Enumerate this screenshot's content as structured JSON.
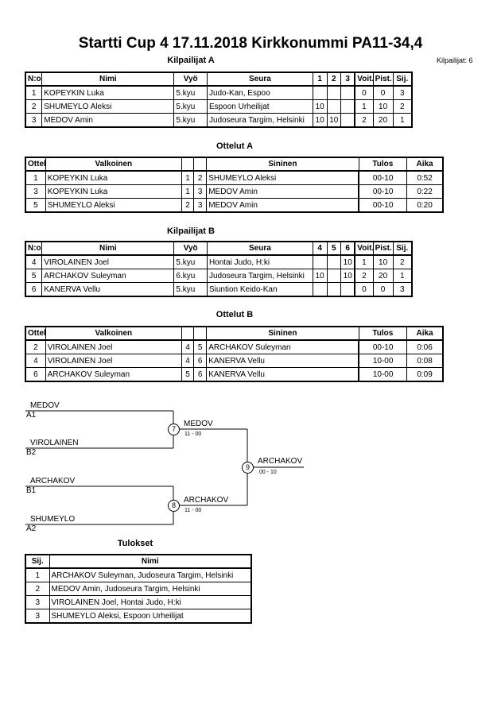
{
  "header": {
    "title": "Startti Cup 4  17.11.2018  Kirkkonummi   PA11-34,4",
    "competitors_count": "Kilpailijat: 6"
  },
  "pool_a": {
    "title": "Kilpailijat A",
    "columns": [
      "N:o",
      "Nimi",
      "Vyö",
      "Seura",
      "1",
      "2",
      "3",
      "Voit.",
      "Pist.",
      "Sij."
    ],
    "rows": [
      [
        "1",
        "KOPEYKIN Luka",
        "5.kyu",
        "Judo-Kan, Espoo",
        "",
        "",
        "",
        "0",
        "0",
        "3"
      ],
      [
        "2",
        "SHUMEYLO Aleksi",
        "5.kyu",
        "Espoon Urheilijat",
        "10",
        "",
        "",
        "1",
        "10",
        "2"
      ],
      [
        "3",
        "MEDOV Amin",
        "5.kyu",
        "Judoseura Targim, Helsinki",
        "10",
        "10",
        "",
        "2",
        "20",
        "1"
      ]
    ]
  },
  "matches_a": {
    "title": "Ottelut A",
    "columns": [
      "Ottelu",
      "Valkoinen",
      "",
      "",
      "Sininen",
      "Tulos",
      "Aika"
    ],
    "rows": [
      [
        "1",
        "KOPEYKIN Luka",
        "1",
        "2",
        "SHUMEYLO Aleksi",
        "00-10",
        "0:52"
      ],
      [
        "3",
        "KOPEYKIN Luka",
        "1",
        "3",
        "MEDOV Amin",
        "00-10",
        "0:22"
      ],
      [
        "5",
        "SHUMEYLO Aleksi",
        "2",
        "3",
        "MEDOV Amin",
        "00-10",
        "0:20"
      ]
    ]
  },
  "pool_b": {
    "title": "Kilpailijat B",
    "columns": [
      "N:o",
      "Nimi",
      "Vyö",
      "Seura",
      "4",
      "5",
      "6",
      "Voit.",
      "Pist.",
      "Sij."
    ],
    "rows": [
      [
        "4",
        "VIROLAINEN Joel",
        "5.kyu",
        "Hontai Judo, H:ki",
        "",
        "",
        "10",
        "1",
        "10",
        "2"
      ],
      [
        "5",
        "ARCHAKOV Suleyman",
        "6.kyu",
        "Judoseura Targim, Helsinki",
        "10",
        "",
        "10",
        "2",
        "20",
        "1"
      ],
      [
        "6",
        "KANERVA Vellu",
        "5.kyu",
        "Siuntion Keido-Kan",
        "",
        "",
        "",
        "0",
        "0",
        "3"
      ]
    ]
  },
  "matches_b": {
    "title": "Ottelut B",
    "columns": [
      "Ottelu",
      "Valkoinen",
      "",
      "",
      "Sininen",
      "Tulos",
      "Aika"
    ],
    "rows": [
      [
        "2",
        "VIROLAINEN Joel",
        "4",
        "5",
        "ARCHAKOV Suleyman",
        "00-10",
        "0:06"
      ],
      [
        "4",
        "VIROLAINEN Joel",
        "4",
        "6",
        "KANERVA Vellu",
        "10-00",
        "0:08"
      ],
      [
        "6",
        "ARCHAKOV Suleyman",
        "5",
        "6",
        "KANERVA Vellu",
        "10-00",
        "0:09"
      ]
    ]
  },
  "bracket": {
    "e1": {
      "name": "MEDOV",
      "seed": "A1"
    },
    "e2": {
      "name": "VIROLAINEN",
      "seed": "B2"
    },
    "e3": {
      "name": "ARCHAKOV",
      "seed": "B1"
    },
    "e4": {
      "name": "SHUMEYLO",
      "seed": "A2"
    },
    "m7": {
      "num": "7",
      "winner": "MEDOV",
      "score": "11 - 00"
    },
    "m8": {
      "num": "8",
      "winner": "ARCHAKOV",
      "score": "11 - 00"
    },
    "m9": {
      "num": "9",
      "winner": "ARCHAKOV",
      "score": "00 - 10"
    }
  },
  "results": {
    "title": "Tulokset",
    "columns": [
      "Sij.",
      "Nimi"
    ],
    "rows": [
      [
        "1",
        "ARCHAKOV Suleyman, Judoseura Targim, Helsinki"
      ],
      [
        "2",
        "MEDOV Amin, Judoseura Targim, Helsinki"
      ],
      [
        "3",
        "VIROLAINEN Joel, Hontai Judo, H:ki"
      ],
      [
        "3",
        "SHUMEYLO Aleksi, Espoon Urheilijat"
      ]
    ]
  }
}
